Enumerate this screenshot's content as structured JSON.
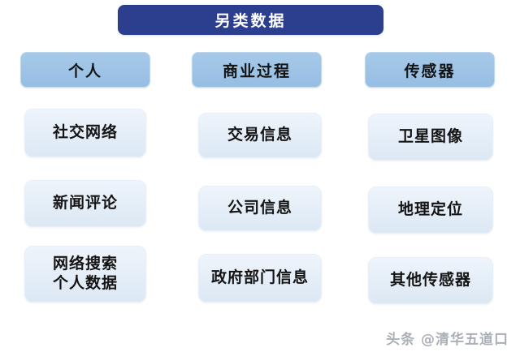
{
  "title": {
    "label": "另类数据"
  },
  "columns": [
    {
      "header": "个人",
      "items": [
        "社交网络",
        "新闻评论",
        "网络搜索\n个人数据"
      ]
    },
    {
      "header": "商业过程",
      "items": [
        "交易信息",
        "公司信息",
        "政府部门信息"
      ]
    },
    {
      "header": "传感器",
      "items": [
        "卫星图像",
        "地理定位",
        "其他传感器"
      ]
    }
  ],
  "watermark": {
    "label": "头条 @清华五道口"
  },
  "colors": {
    "title_bg": "#2B3F8E",
    "title_text": "#FFFFFF",
    "category_bg": "#9DC3E6",
    "item_bg": "#E3EDF7",
    "body_text": "#141414",
    "watermark_text": "#ABB0B8",
    "background": "#FFFFFF"
  }
}
